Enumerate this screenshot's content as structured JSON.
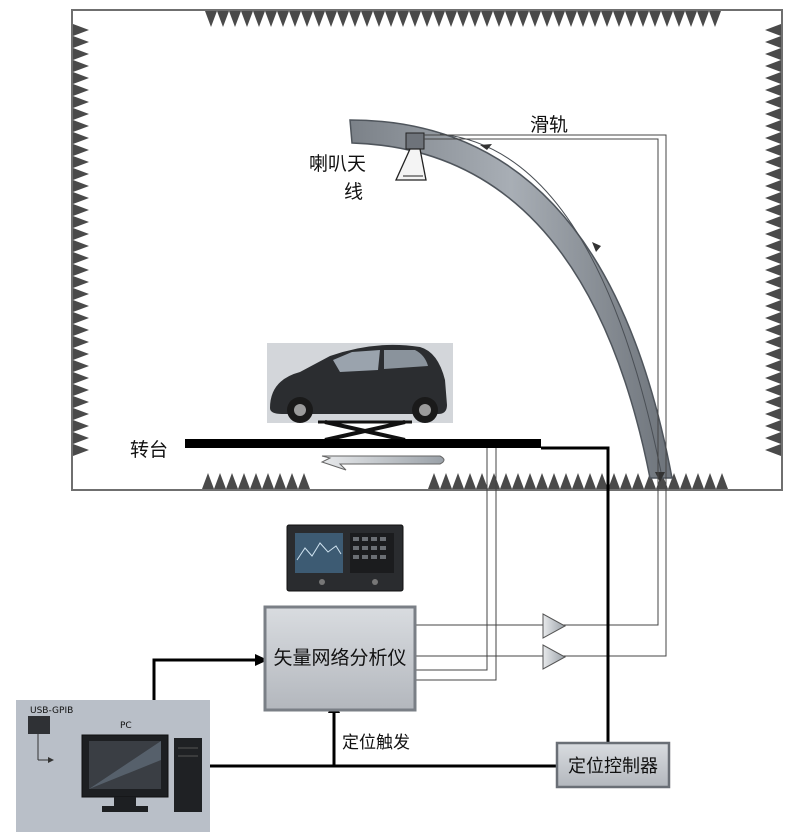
{
  "labels": {
    "slide_rail": "滑轨",
    "horn_antenna_line1": "喇叭天",
    "horn_antenna_line2": "线",
    "turntable": "转台",
    "vna": "矢量网络分析仪",
    "positioning_trigger": "定位触发",
    "positioning_controller": "定位控制器",
    "usb_gpib": "USB-GPIB",
    "pc": "PC"
  },
  "colors": {
    "chamber_border": "#6f6f6f",
    "absorber": "#4a4a4a",
    "rail_fill": "#8e949a",
    "box_fill": "#c8cbd0",
    "panel_fill": "#b9bfc8",
    "car_body": "#2b2d30",
    "line": "#000000"
  }
}
